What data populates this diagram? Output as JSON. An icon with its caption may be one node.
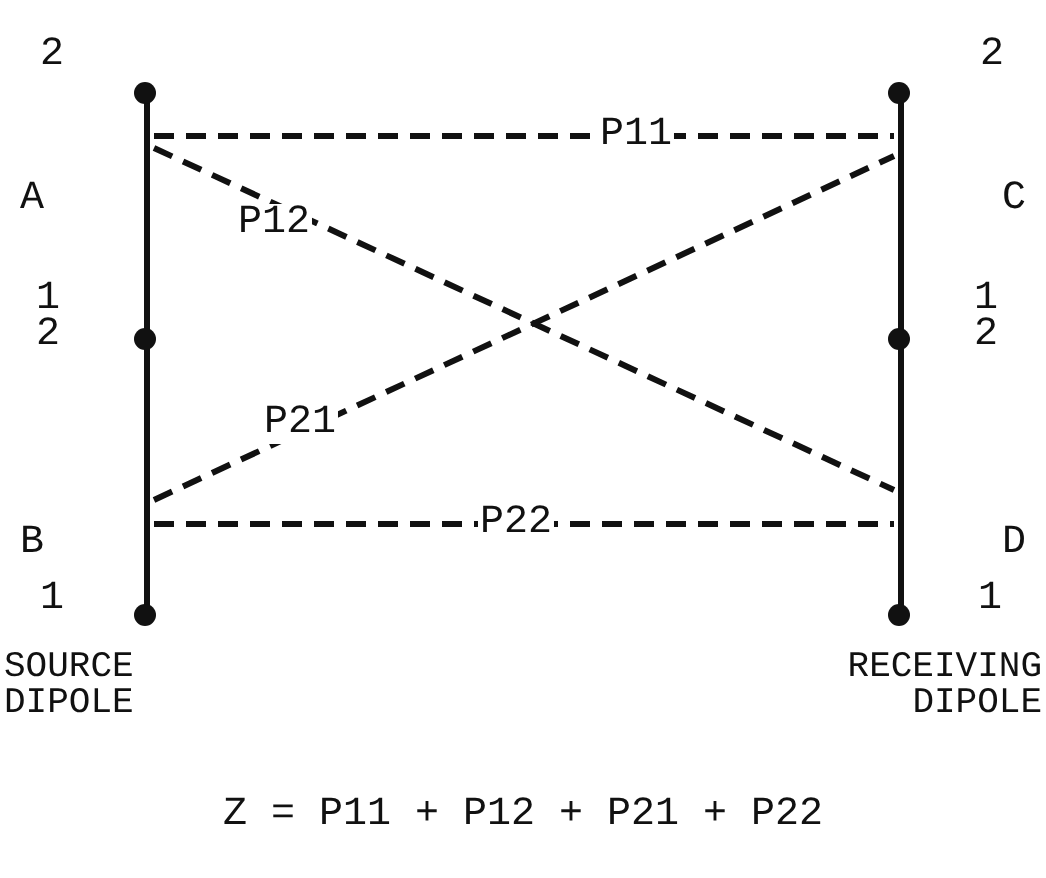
{
  "diagram": {
    "nodes": [
      {
        "text": [
          "SOURCE DIPOLE"
        ]
      },
      {
        "text": [
          "A"
        ],
        "in": 0
      },
      {
        "text": [
          "B"
        ],
        "in": 0
      },
      {
        "text": [
          "RECEIVING DIPOLE"
        ]
      },
      {
        "text": [
          "C"
        ],
        "in": 3
      },
      {
        "text": [
          "D"
        ],
        "in": 3
      }
    ],
    "edges": [
      {
        "from": 1,
        "to": 4,
        "arrow": "none",
        "label": "P11",
        "style": "dashed"
      },
      {
        "from": 1,
        "to": 5,
        "arrow": "none",
        "label": "P12",
        "style": "dashed"
      },
      {
        "from": 2,
        "to": 4,
        "arrow": "none",
        "label": "P21",
        "style": "dashed"
      },
      {
        "from": 2,
        "to": 5,
        "arrow": "none",
        "label": "P22",
        "style": "dashed"
      }
    ],
    "labels": [
      "2",
      "2",
      "1",
      "1",
      "2",
      "2",
      "1",
      "1",
      "Z = P11 + P12 + P21 + P22"
    ]
  }
}
